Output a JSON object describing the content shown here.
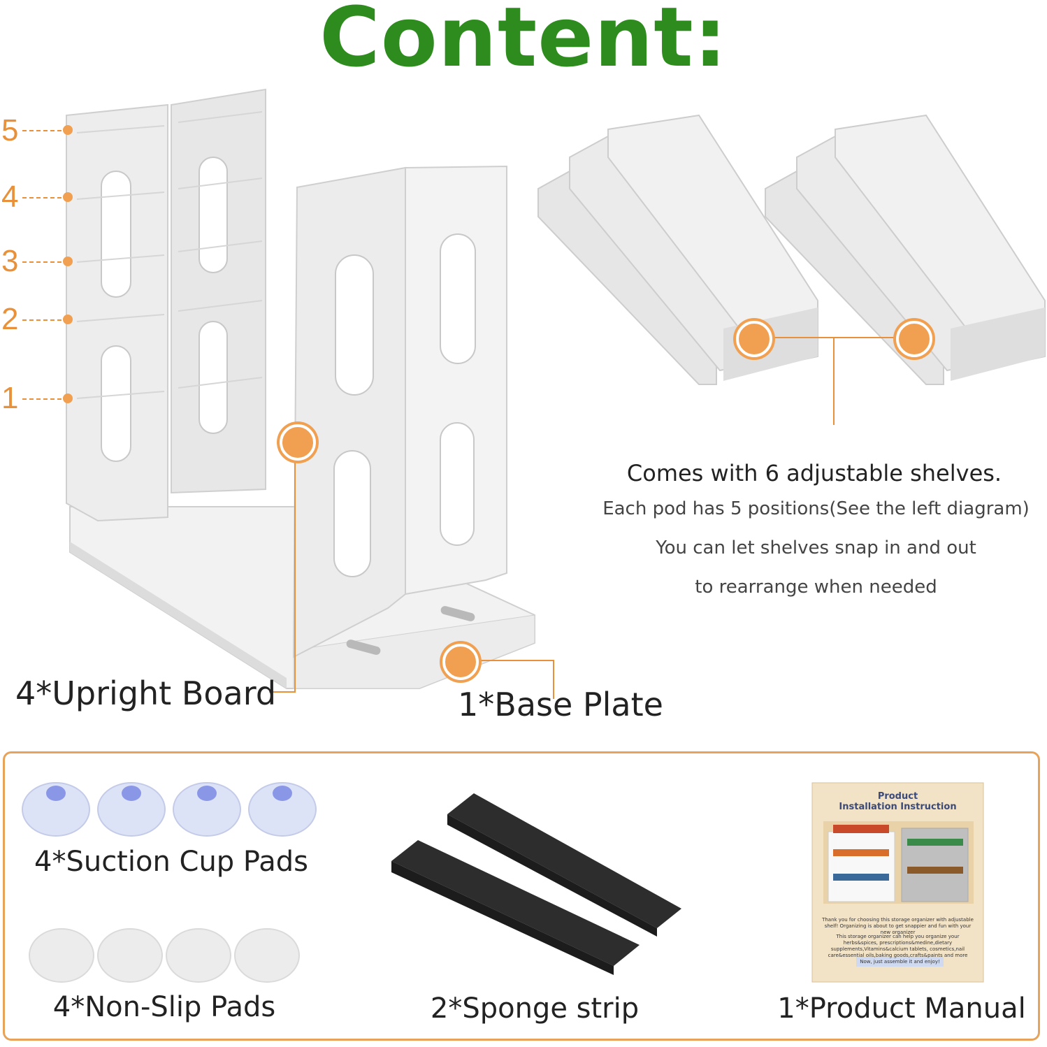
{
  "title": "Content:",
  "colors": {
    "title_green": "#2e8c1e",
    "accent_orange": "#e8913a",
    "part_white": "#e9e9e9"
  },
  "positions": [
    "5",
    "4",
    "3",
    "2",
    "1"
  ],
  "labels": {
    "upright": "4*Upright Board",
    "base": "1*Base Plate"
  },
  "shelves": {
    "headline": "Comes with 6 adjustable shelves.",
    "line1": "Each pod has 5 positions(See the left diagram)",
    "line2": "You can let shelves snap in and out",
    "line3": "to rearrange when needed"
  },
  "accessories": {
    "suction": "4*Suction Cup Pads",
    "nonslip": "4*Non-Slip Pads",
    "sponge": "2*Sponge strip",
    "manual": "1*Product Manual"
  },
  "manual_cover": {
    "title_line1": "Product",
    "title_line2": "Installation Instruction",
    "text1": "Thank you for choosing this storage organizer with adjustable shelf! Organizing is about to get snappier and fun with your new organizer",
    "text2": "This storage organizer can help you organize your herbs&spices, prescriptions&medine,dietary supplements,Vitamins&calcium tablets, cosmetics,nail care&essential oils,baking goods,crafts&paints and more",
    "text3": "Now, just assemble it and enjoy!"
  }
}
